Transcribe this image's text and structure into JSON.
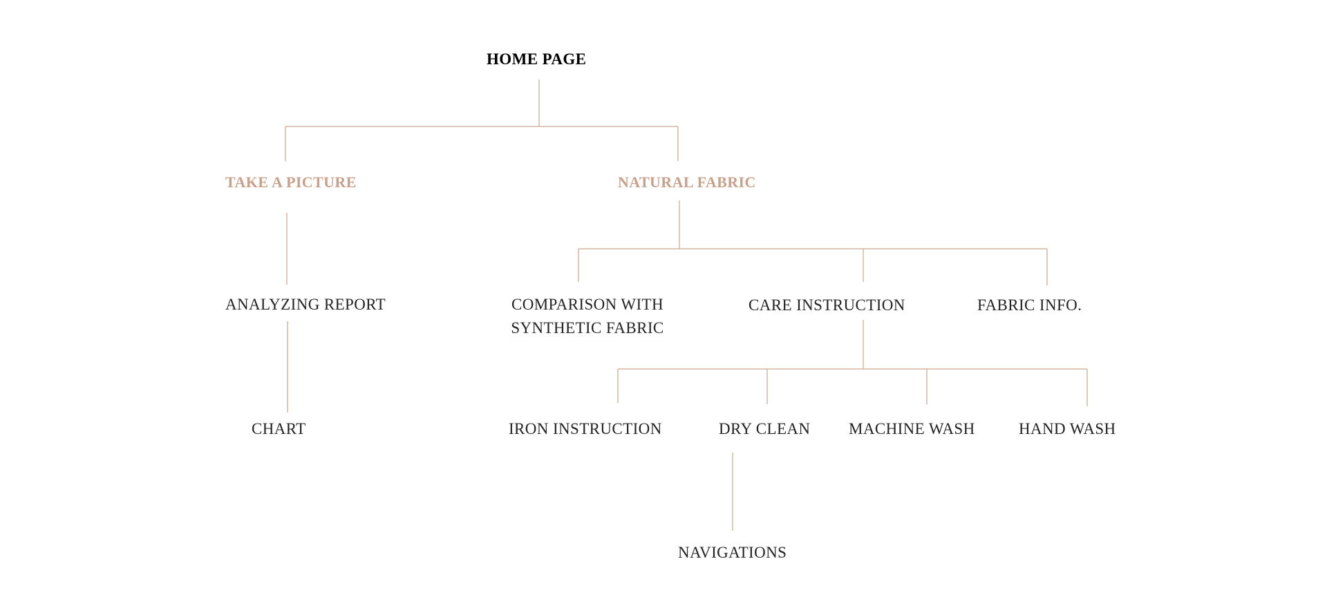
{
  "diagram": {
    "accent_color": "#c9a08a",
    "line_color": "#d5b5a2",
    "text_color": "#222222",
    "nodes": {
      "home": "HOME PAGE",
      "take_picture": "TAKE A PICTURE",
      "natural_fabric": "NATURAL FABRIC",
      "analyzing_report": "ANALYZING REPORT",
      "chart": "CHART",
      "comparison_line1": "COMPARISON WITH",
      "comparison_line2": "SYNTHETIC FABRIC",
      "care_instruction": "CARE INSTRUCTION",
      "fabric_info": "FABRIC INFO.",
      "iron_instruction": "IRON INSTRUCTION",
      "dry_clean": "DRY CLEAN",
      "machine_wash": "MACHINE WASH",
      "hand_wash": "HAND WASH",
      "navigations": "NAVIGATIONS"
    }
  }
}
